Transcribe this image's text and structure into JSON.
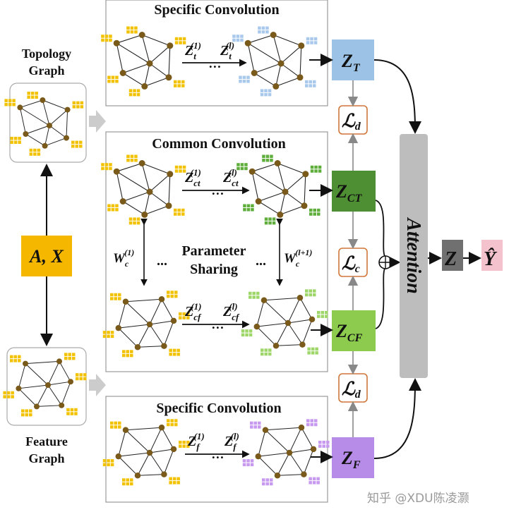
{
  "panels": {
    "specific_top": {
      "title": "Specific Convolution"
    },
    "common": {
      "title": "Common Convolution",
      "sharing_line1": "Parameter",
      "sharing_line2": "Sharing",
      "dots": "..."
    },
    "specific_bottom": {
      "title": "Specific Convolution"
    }
  },
  "inputs": {
    "topology_line1": "Topology",
    "topology_line2": "Graph",
    "feature_line1": "Feature",
    "feature_line2": "Graph",
    "ax_label": "A, X"
  },
  "ops": {
    "zt_base": "Z",
    "zt_sub": "t",
    "zt_sup1": "(1)",
    "zt_supl": "(l)",
    "zct_sub": "ct",
    "zcf_sub": "cf",
    "zf_sub": "f",
    "w_base": "W",
    "w_sub": "c",
    "w_sup1": "(1)",
    "w_supl": "(l+1)",
    "ellipsis": "…"
  },
  "outputs": {
    "zt": {
      "base": "Z",
      "sub": "T",
      "color": "#9cc3e6"
    },
    "zct": {
      "base": "Z",
      "sub": "CT",
      "color": "#4f8f33"
    },
    "zcf": {
      "base": "Z",
      "sub": "CF",
      "color": "#8ccb4e"
    },
    "zf": {
      "base": "Z",
      "sub": "F",
      "color": "#b68ce8"
    },
    "z": {
      "base": "Z",
      "color": "#707070"
    },
    "yhat": {
      "base": "Ŷ",
      "color": "#f4c2cc"
    }
  },
  "losses": {
    "ld_top": {
      "base": "ℒ",
      "sub": "d"
    },
    "lc": {
      "base": "ℒ",
      "sub": "c"
    },
    "ld_bottom": {
      "base": "ℒ",
      "sub": "d"
    }
  },
  "attention": {
    "label": "Attention",
    "color": "#bdbdbd"
  },
  "watermark": "知乎 @XDU陈凌灏",
  "colors": {
    "node": "#7a5a1a",
    "feat_yellow": "#f2c200",
    "feat_blue": "#a8c8ec",
    "feat_green": "#5fae3c",
    "feat_lightgreen": "#9fd66a",
    "feat_purple": "#c79af0",
    "ax_box": "#f5b700"
  }
}
